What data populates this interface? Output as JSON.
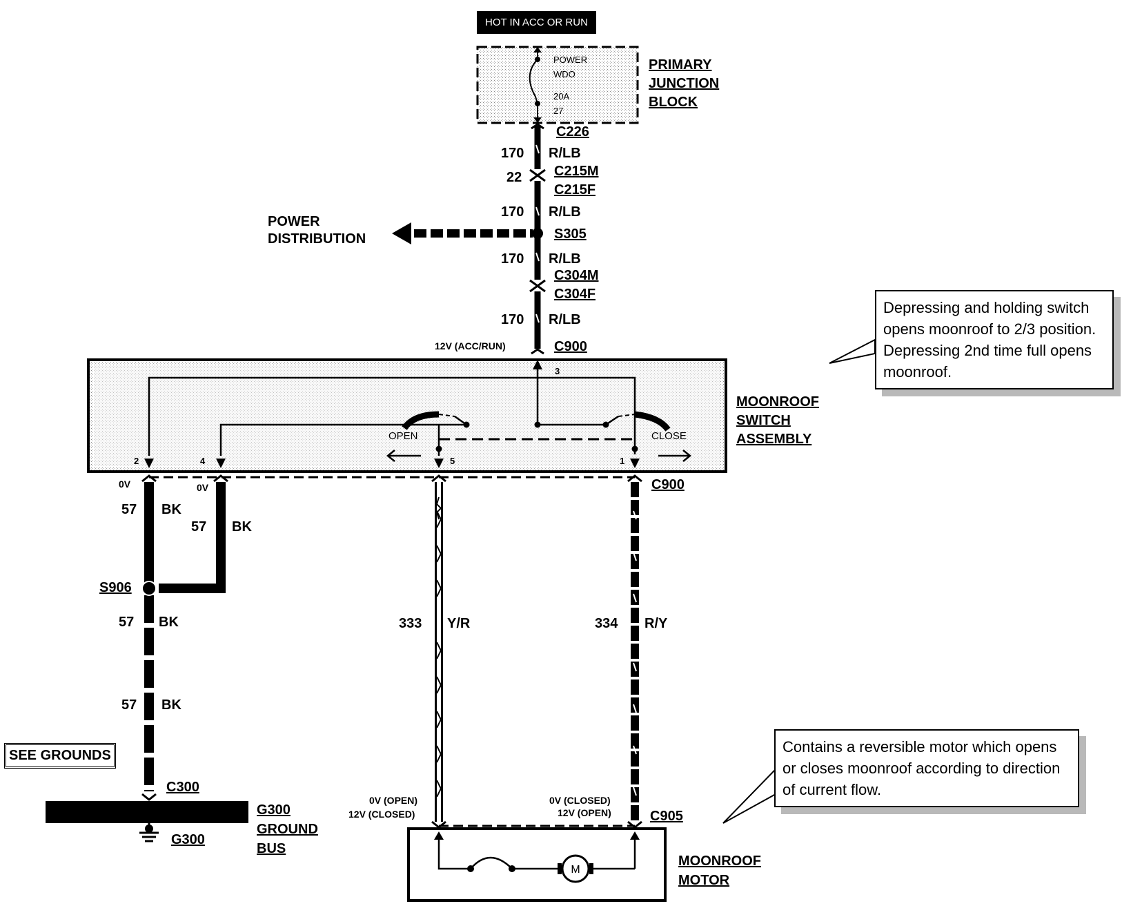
{
  "hot_label": "HOT IN ACC OR RUN",
  "fuse": {
    "name_line1": "POWER",
    "name_line2": "WDO",
    "rating": "20A",
    "number": "27"
  },
  "primary_junction_block": [
    "PRIMARY",
    "JUNCTION",
    "BLOCK"
  ],
  "power_distribution": [
    "POWER",
    "DISTRIBUTION"
  ],
  "connectors": {
    "c226": "C226",
    "c215m": "C215M",
    "c215f": "C215F",
    "s305": "S305",
    "c304m": "C304M",
    "c304f": "C304F",
    "c900_top": "C900",
    "c900_bottom": "C900",
    "s906": "S906",
    "c300": "C300",
    "c905": "C905"
  },
  "wires": {
    "w170": "170",
    "rlb": "R/LB",
    "w22": "22",
    "w57": "57",
    "bk": "BK",
    "w333": "333",
    "yr": "Y/R",
    "w334": "334",
    "ry": "R/Y"
  },
  "voltages": {
    "acc_run": "12V (ACC/RUN)",
    "ov": "0V",
    "open_line1": "0V (OPEN)",
    "open_line2": "12V (CLOSED)",
    "closed_line1": "0V (CLOSED)",
    "closed_line2": "12V (OPEN)"
  },
  "switch": {
    "open": "OPEN",
    "close": "CLOSE",
    "pin3": "3",
    "pin2": "2",
    "pin4": "4",
    "pin5": "5",
    "pin1": "1",
    "title": [
      "MOONROOF",
      "SWITCH",
      "ASSEMBLY"
    ]
  },
  "notes": {
    "switch_note": "Depressing and holding switch opens moonroof to 2/3 position. Depressing 2nd time full opens moonroof.",
    "motor_note": "Contains a reversible motor which opens or closes moonroof according to direction of current flow."
  },
  "see_grounds": "SEE GROUNDS",
  "ground": {
    "g300_symbol": "G300",
    "bus": [
      "G300",
      "GROUND",
      "BUS"
    ]
  },
  "motor": {
    "symbol": "M",
    "title": [
      "MOONROOF",
      "MOTOR"
    ]
  }
}
